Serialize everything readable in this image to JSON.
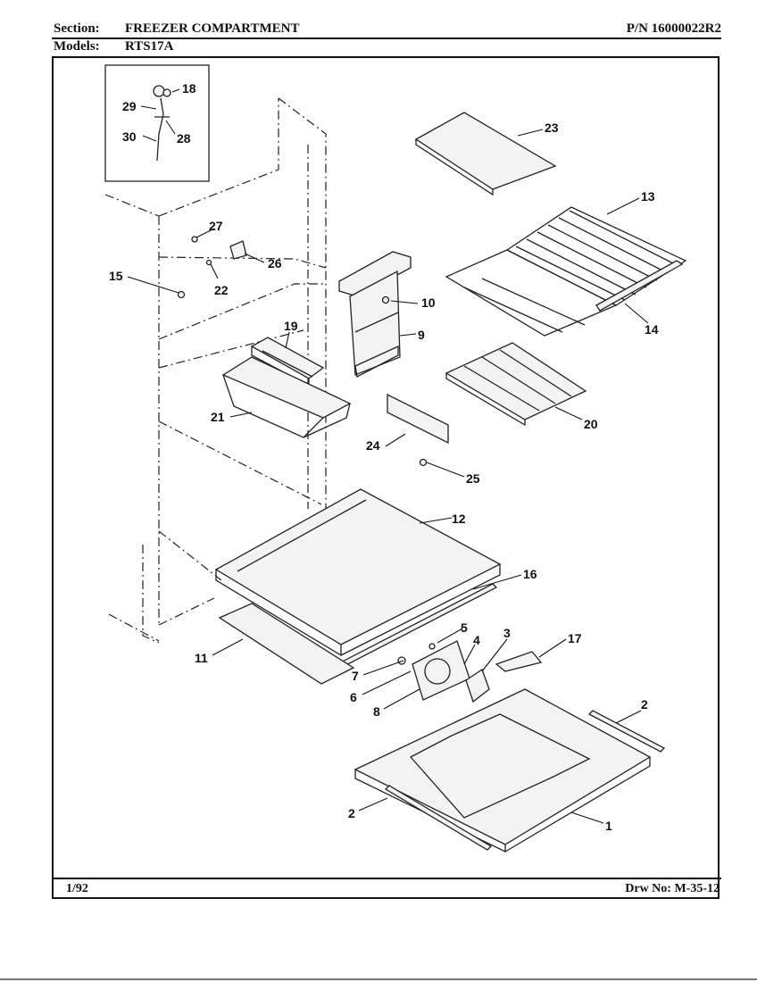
{
  "header": {
    "section_label": "Section:",
    "section_value": "FREEZER COMPARTMENT",
    "models_label": "Models:",
    "models_value": "RTS17A",
    "part_number": "P/N 16000022R2"
  },
  "footer": {
    "date": "1/92",
    "drawing_number": "Drw No: M-35-12"
  },
  "callouts": {
    "c1": "1",
    "c2a": "2",
    "c2b": "2",
    "c3": "3",
    "c4": "4",
    "c5": "5",
    "c6": "6",
    "c7": "7",
    "c8": "8",
    "c9": "9",
    "c10": "10",
    "c11": "11",
    "c12": "12",
    "c13": "13",
    "c14": "14",
    "c15": "15",
    "c16": "16",
    "c17": "17",
    "c18": "18",
    "c19": "19",
    "c20": "20",
    "c21": "21",
    "c22": "22",
    "c23": "23",
    "c24": "24",
    "c25": "25",
    "c26": "26",
    "c27": "27",
    "c28": "28",
    "c29": "29",
    "c30": "30"
  }
}
